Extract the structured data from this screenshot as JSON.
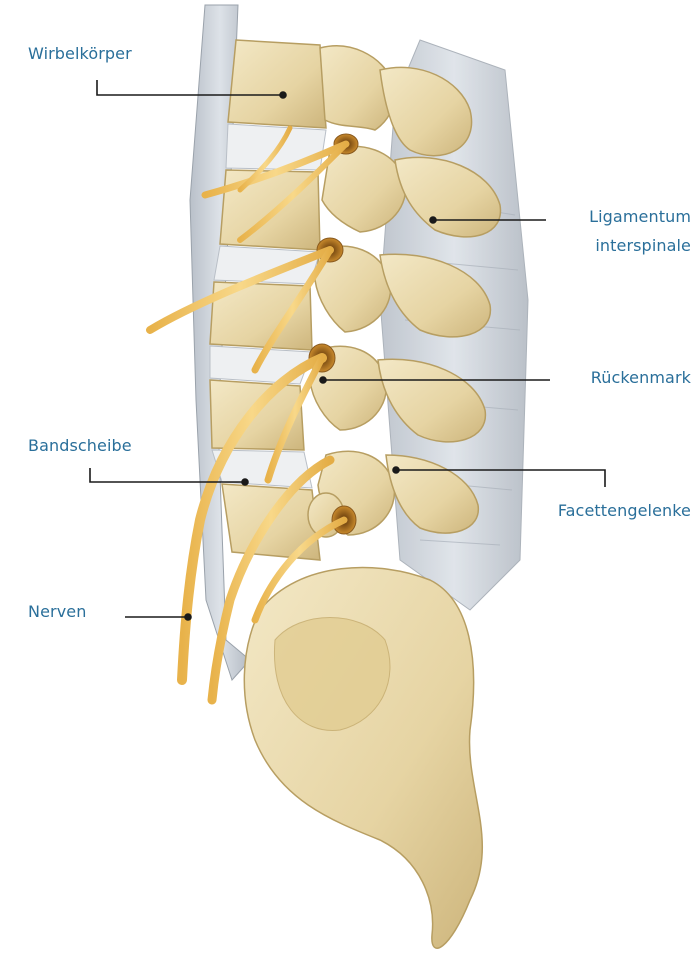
{
  "labels": {
    "wirbelkoerper": "Wirbelkörper",
    "ligamentum_line1": "Ligamentum",
    "ligamentum_line2": "interspinale",
    "rueckenmark": "Rückenmark",
    "bandscheibe": "Bandscheibe",
    "facettengelenke": "Facettengelenke",
    "nerven": "Nerven"
  },
  "colors": {
    "label_text": "#2a6f9a",
    "leader_line": "#1a1a1a",
    "bone": "#e9d9ae",
    "bone_shadow": "#c9b47d",
    "nerve": "#f1c66a",
    "ligament": "#cdd3da"
  }
}
